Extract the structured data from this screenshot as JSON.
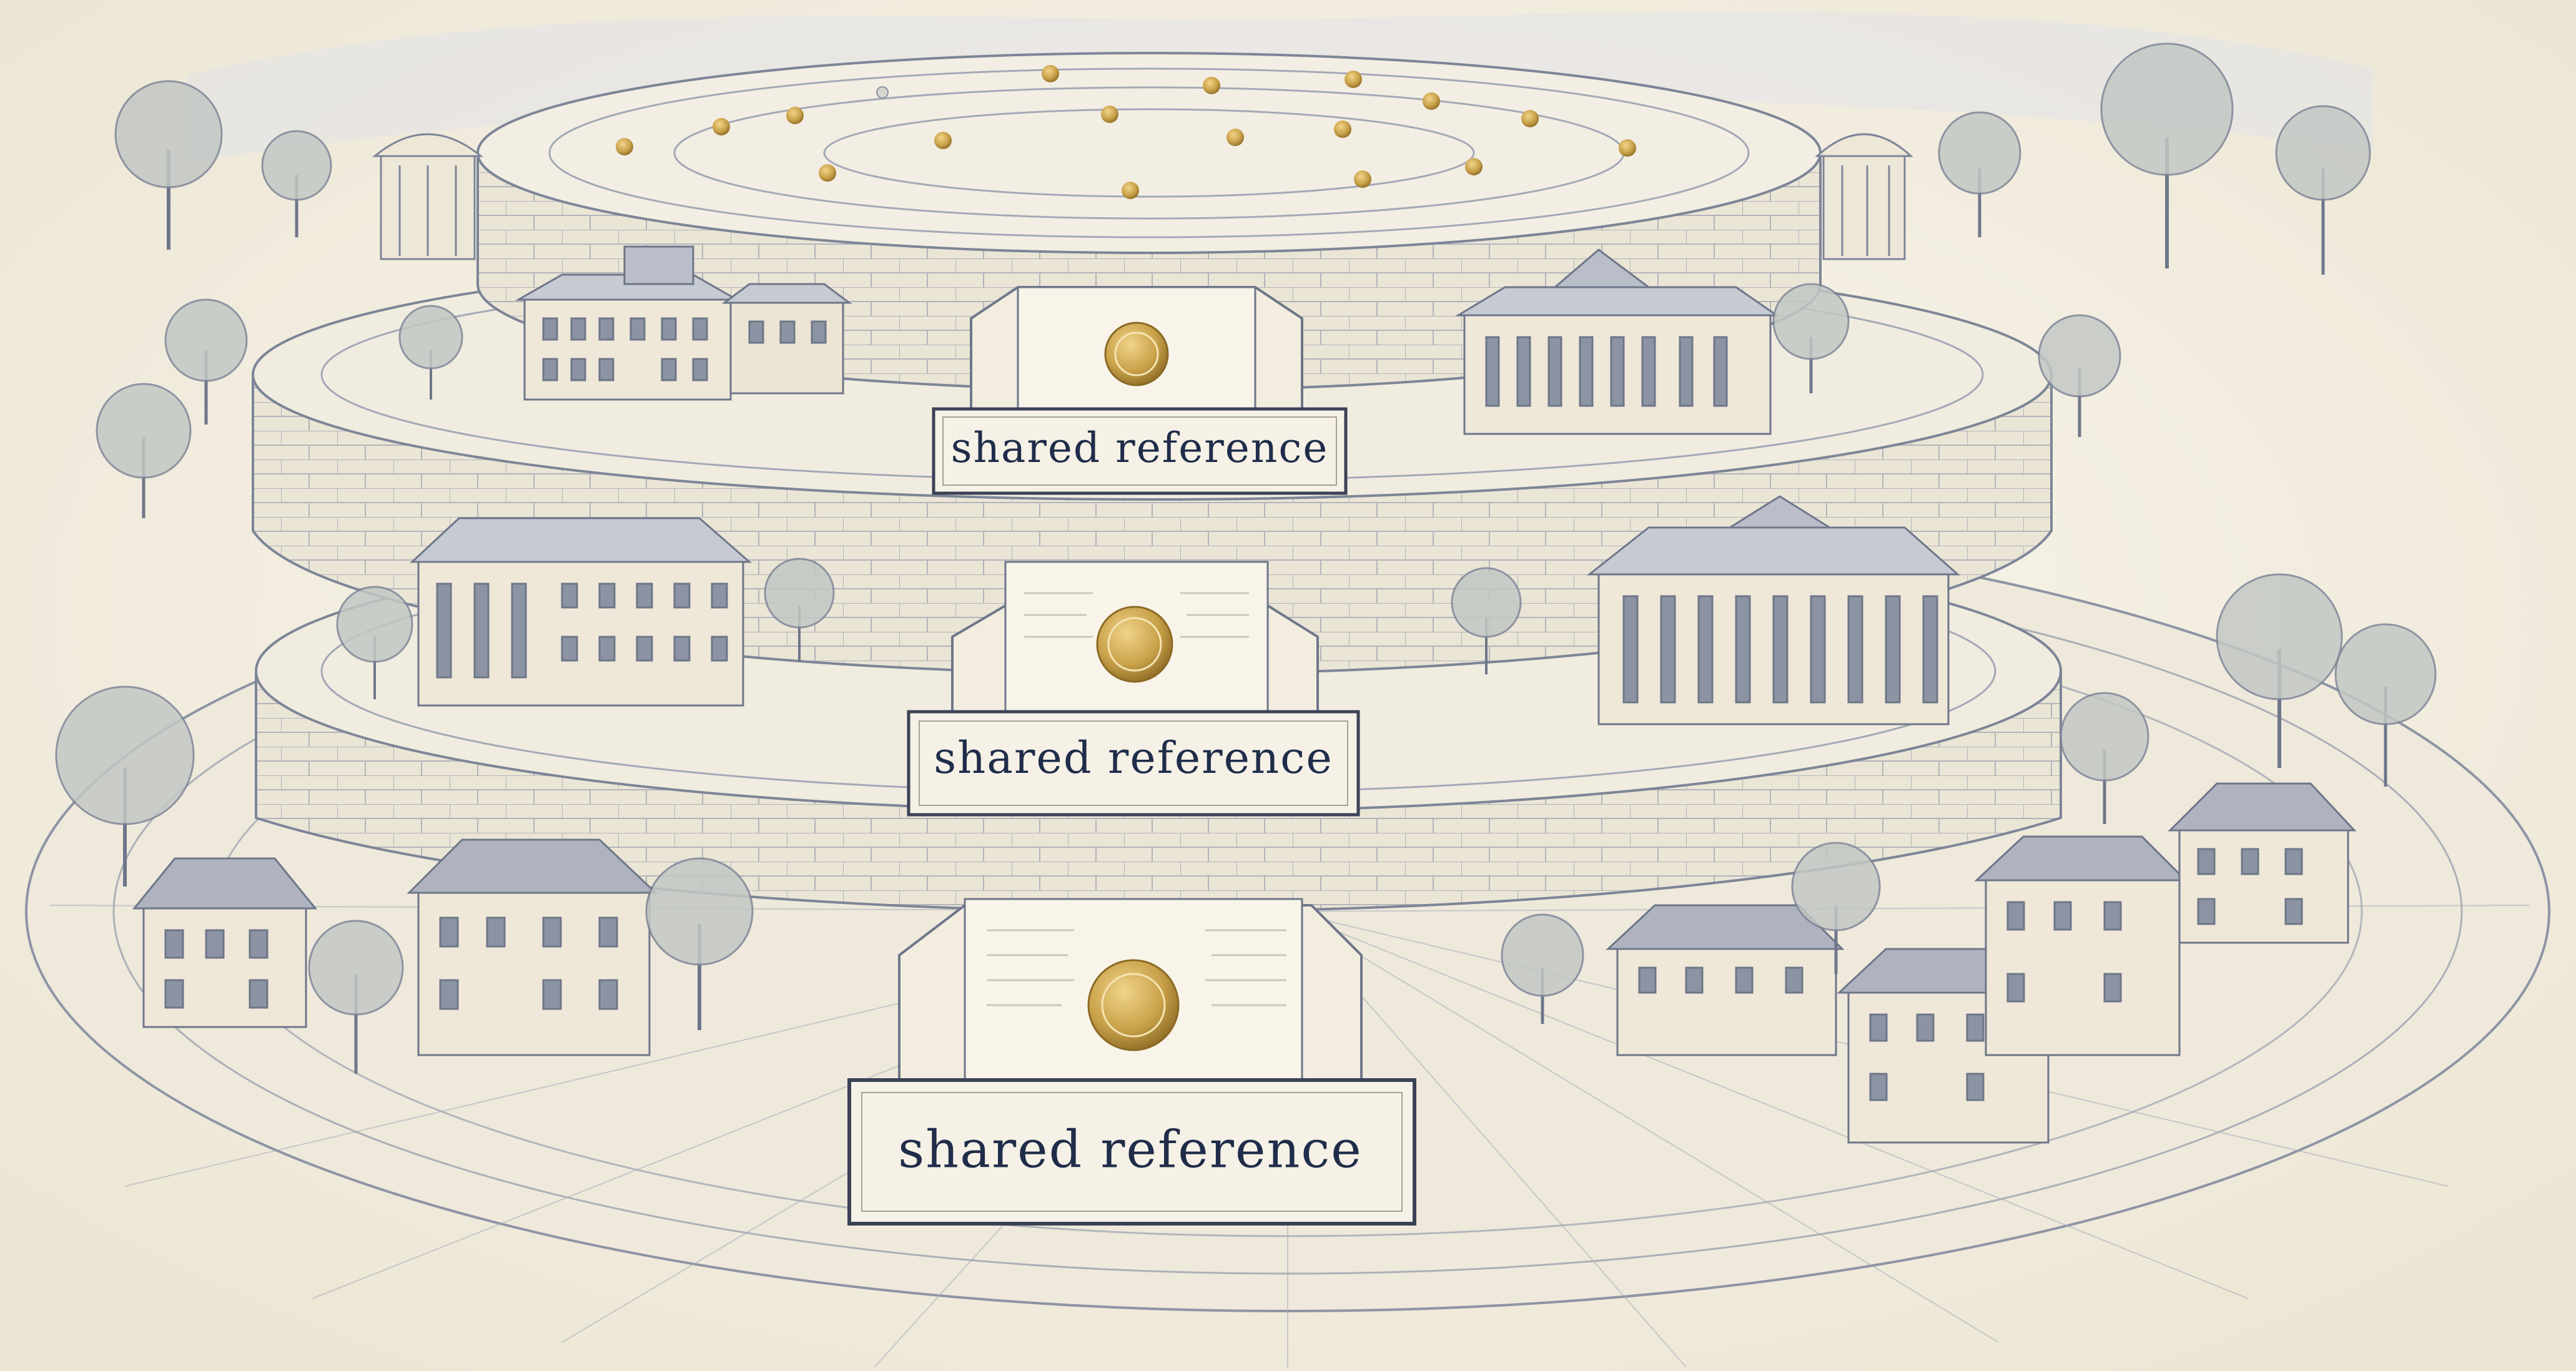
{
  "plaques": [
    {
      "label": "shared reference"
    },
    {
      "label": "shared reference"
    },
    {
      "label": "shared reference"
    }
  ],
  "palette": {
    "paper": "#f4efe3",
    "ink": "#5c6478",
    "stone": "#ece6d6",
    "gold": "#c9a24a",
    "navy": "#1f2d4a",
    "foliage": "#9aa396"
  },
  "icons": {
    "seal": "gold-seal-icon",
    "marker": "gold-marker-icon",
    "tree": "tree-icon",
    "building": "building-icon"
  }
}
